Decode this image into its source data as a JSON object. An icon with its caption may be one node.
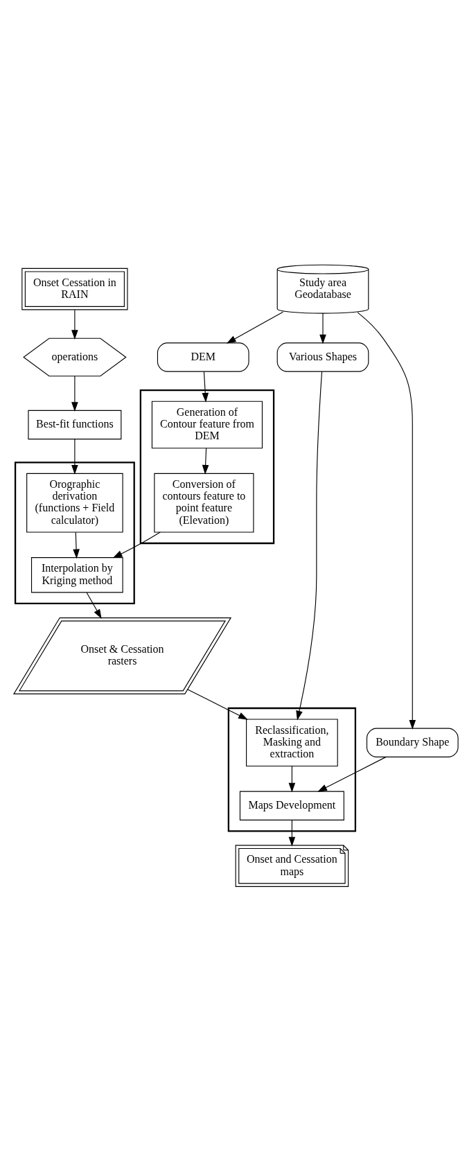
{
  "diagram": {
    "nodes": [
      {
        "text": [
          "Onset Cessation in RAIN"
        ]
      },
      {
        "text": [
          "operations"
        ]
      },
      {
        "text": [
          "Best-fit functions"
        ]
      },
      {
        "text": [],
        "shape": "box"
      },
      {
        "text": [
          "Orographic derivation (functions + Field calculator)"
        ],
        "in": 3
      },
      {
        "text": [
          "Interpolation by Kriging method"
        ],
        "in": 3
      },
      {
        "text": [
          "Study area Geodatabase"
        ]
      },
      {
        "text": [
          "DEM"
        ]
      },
      {
        "text": [],
        "shape": "box"
      },
      {
        "text": [
          "Generation of Contour feature from DEM"
        ],
        "in": 8
      },
      {
        "text": [
          "Conversion of contours feature to point feature (Elevation)"
        ],
        "in": 8
      },
      {
        "text": [
          "Onset & Cessation rasters"
        ]
      },
      {
        "text": [],
        "shape": "box"
      },
      {
        "text": [
          "Reclassification, Masking and extraction"
        ],
        "in": 12
      },
      {
        "text": [
          "Maps Development"
        ],
        "in": 12
      },
      {
        "text": [
          "Various Shapes"
        ]
      },
      {
        "text": [
          "Boundary Shape"
        ]
      },
      {
        "text": [
          "Onset and Cessation maps"
        ]
      }
    ],
    "edges": [
      {
        "from": 0,
        "to": 1,
        "arrow": "to"
      },
      {
        "from": 1,
        "to": 2,
        "arrow": "to"
      },
      {
        "from": 2,
        "to": 4,
        "arrow": "to"
      },
      {
        "from": 4,
        "to": 5,
        "arrow": "to"
      },
      {
        "from": 6,
        "to": 7,
        "arrow": "to"
      },
      {
        "from": 7,
        "to": 9,
        "arrow": "to"
      },
      {
        "from": 9,
        "to": 10,
        "arrow": "to"
      },
      {
        "from": 10,
        "to": 5,
        "arrow": "to"
      },
      {
        "from": 5,
        "to": 11,
        "arrow": "to"
      },
      {
        "from": 11,
        "to": 13,
        "arrow": "to"
      },
      {
        "from": 6,
        "to": 15,
        "arrow": "to"
      },
      {
        "from": 6,
        "to": 16,
        "arrow": "to"
      },
      {
        "from": 15,
        "to": 13,
        "arrow": "to"
      },
      {
        "from": 16,
        "to": 14,
        "arrow": "to"
      },
      {
        "from": 13,
        "to": 14,
        "arrow": "to"
      },
      {
        "from": 14,
        "to": 17,
        "arrow": "to"
      }
    ]
  }
}
